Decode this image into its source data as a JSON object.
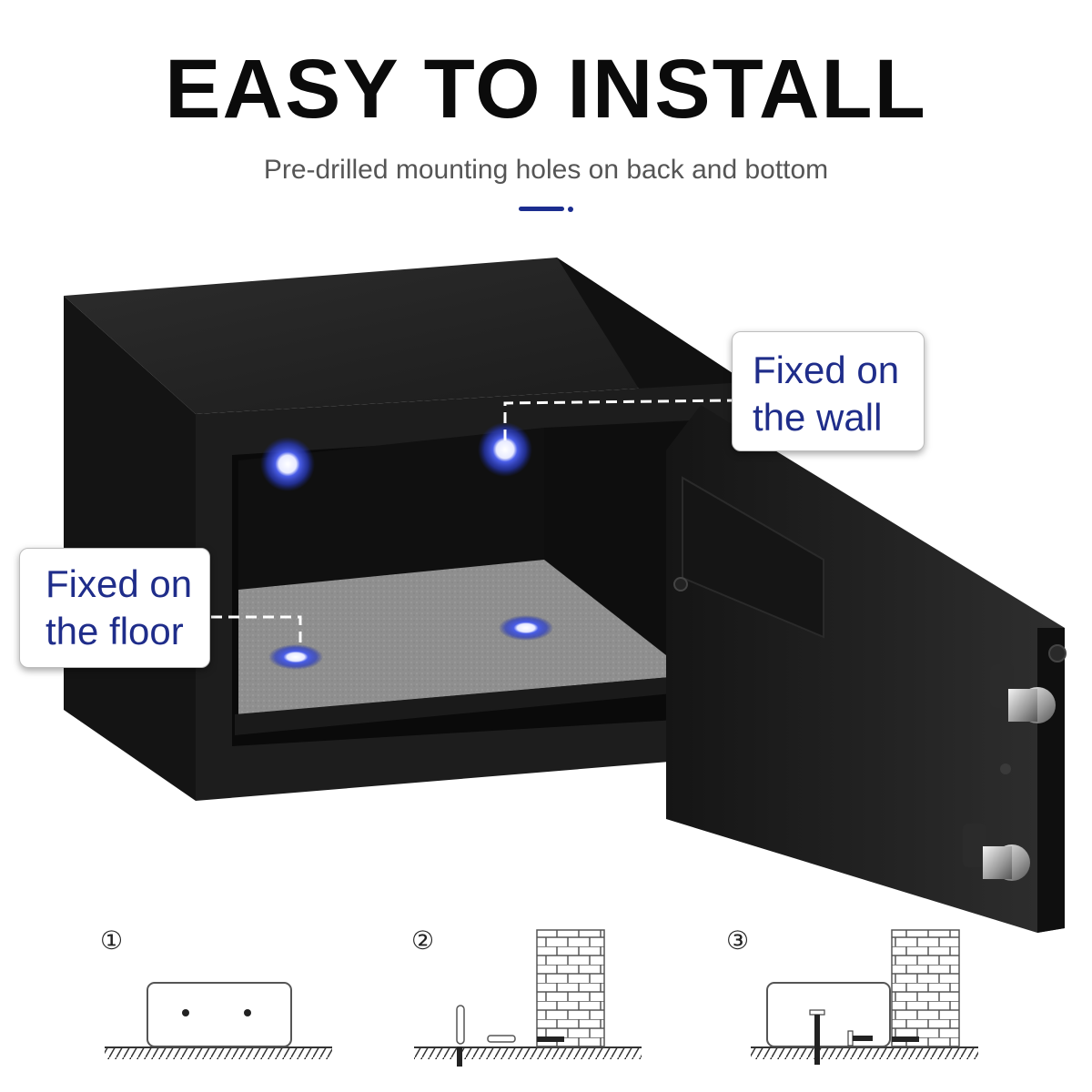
{
  "header": {
    "title": "EASY TO INSTALL",
    "subtitle": "Pre-drilled mounting holes on back and bottom"
  },
  "callouts": {
    "wall": {
      "line1": "Fixed on",
      "line2": "the wall"
    },
    "floor": {
      "line1": "Fixed on",
      "line2": "the floor"
    }
  },
  "steps": [
    {
      "number": "①"
    },
    {
      "number": "②"
    },
    {
      "number": "③"
    }
  ],
  "colors": {
    "accent": "#1b2d8f",
    "callout_text": "#1f2d8a",
    "safe_body": "#1c1c1c",
    "felt": "#8e8e8e",
    "hole_glow": "#3a4fd6"
  },
  "icons": {
    "mounting_hole": "glowing-dot-icon",
    "wall": "brick-wall-icon",
    "ground": "hatched-ground-icon",
    "bolt": "bolt-icon"
  }
}
